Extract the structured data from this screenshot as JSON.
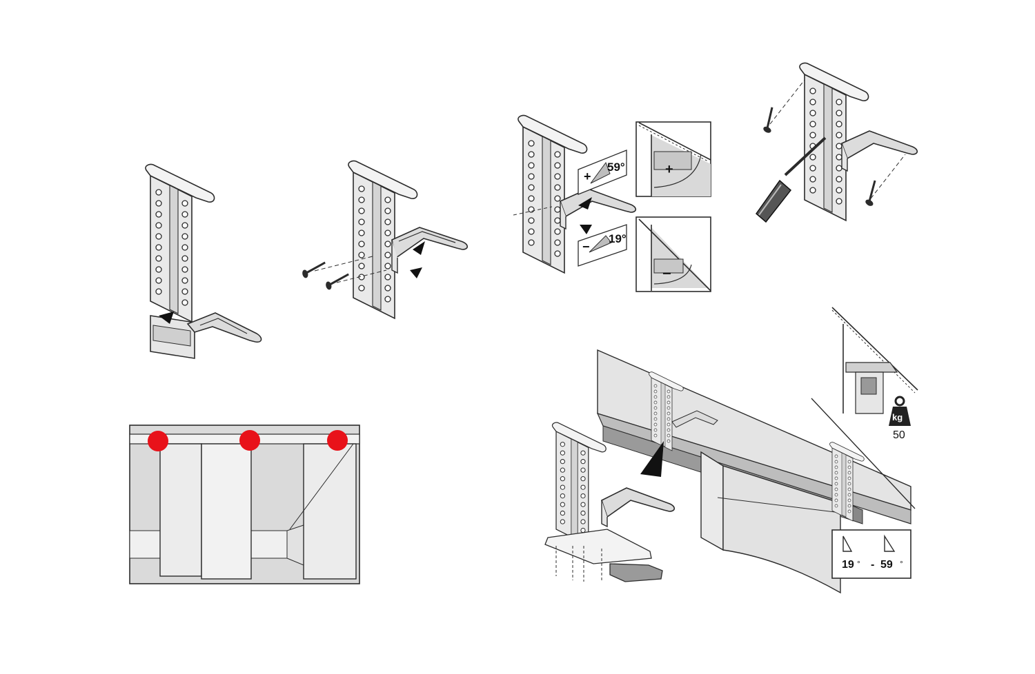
{
  "labels": {
    "angle_max": "59°",
    "angle_min": "19°",
    "plus_sign": "+",
    "minus_sign": "−",
    "weight_unit": "kg",
    "weight_value": "50",
    "range_min": "19",
    "range_dash": "-",
    "range_max": "59",
    "degree_symbol": "°"
  },
  "colors": {
    "accent": "#e8121a",
    "line": "#2b2b2b",
    "fill_light": "#ececec",
    "fill_mid": "#d6d6d6",
    "fill_dark": "#9a9a9a"
  }
}
